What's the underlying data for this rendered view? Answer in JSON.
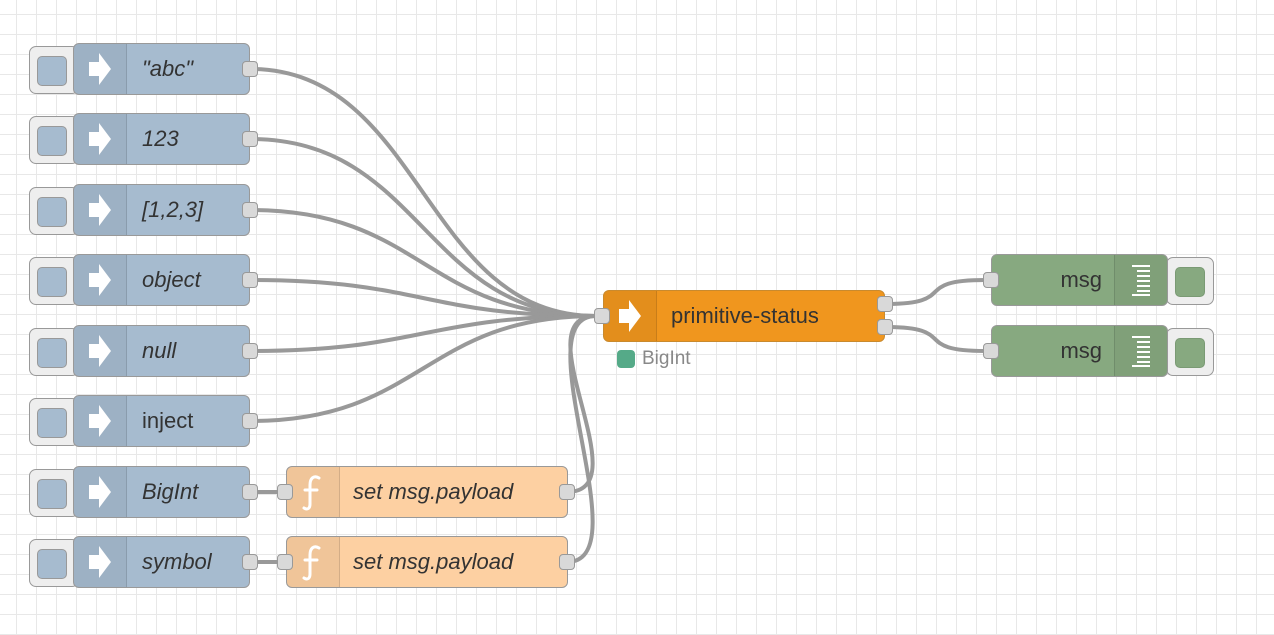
{
  "colors": {
    "inject": "#a6bbcf",
    "function": "#fdd0a2",
    "custom": "#f0961e",
    "debug": "#87a980",
    "wire": "#999999",
    "status_dot": "#5a8"
  },
  "inject_nodes": [
    {
      "label": "\"abc\"",
      "italic": true,
      "icon": "arrow-in-icon"
    },
    {
      "label": "123",
      "italic": true,
      "icon": "arrow-in-icon"
    },
    {
      "label": "[1,2,3]",
      "italic": true,
      "icon": "arrow-in-icon"
    },
    {
      "label": "object",
      "italic": true,
      "icon": "arrow-in-icon"
    },
    {
      "label": "null",
      "italic": true,
      "icon": "arrow-in-icon"
    },
    {
      "label": "inject",
      "italic": false,
      "icon": "arrow-in-icon"
    },
    {
      "label": "BigInt",
      "italic": true,
      "icon": "arrow-in-icon"
    },
    {
      "label": "symbol",
      "italic": true,
      "icon": "arrow-in-icon"
    }
  ],
  "function_nodes": [
    {
      "label": "set msg.payload",
      "icon": "function-icon"
    },
    {
      "label": "set msg.payload",
      "icon": "function-icon"
    }
  ],
  "status_node": {
    "label": "primitive-status",
    "icon": "arrow-in-icon",
    "status_text": "BigInt"
  },
  "debug_nodes": [
    {
      "label": "msg",
      "icon": "debug-list-icon"
    },
    {
      "label": "msg",
      "icon": "debug-list-icon"
    }
  ]
}
